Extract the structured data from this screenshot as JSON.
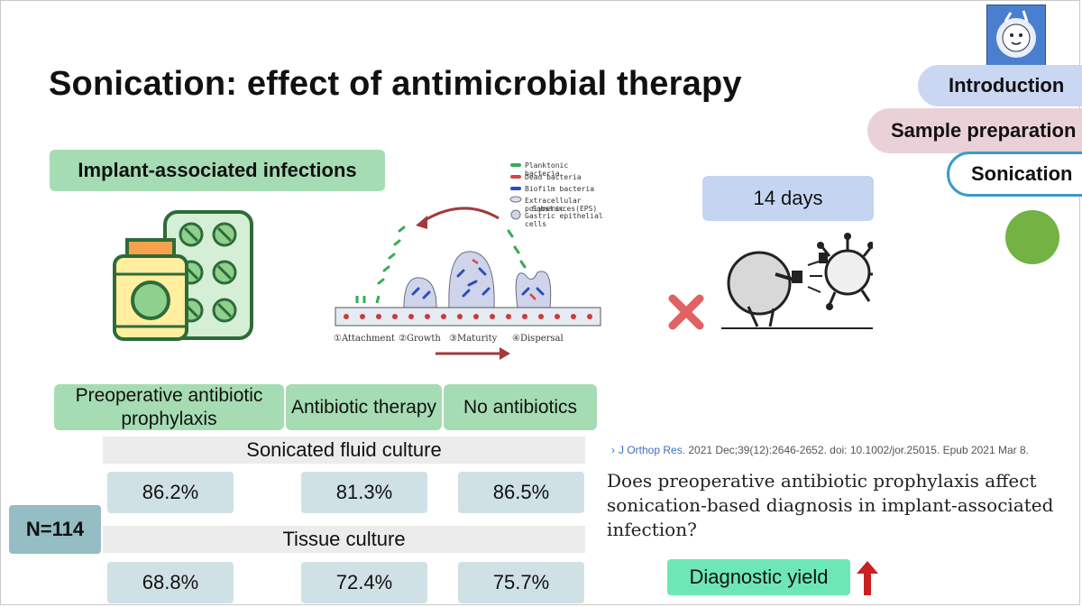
{
  "slide": {
    "title": "Sonication: effect of antimicrobial therapy",
    "nav": [
      "Introduction",
      "Sample preparation",
      "Sonication"
    ],
    "section_label": "Implant-associated infections",
    "days_label": "14 days",
    "biofilm_legend": [
      "Planktonic bacteria",
      "Dead bacteria",
      "Biofilm bacteria",
      "Extracellular polymeric",
      "Substances(EPS)",
      "Gastric epithelial cells"
    ],
    "biofilm_stages": [
      "①Attachment",
      "②Growth",
      "③Maturity",
      "④Dispersal"
    ],
    "table": {
      "headers": [
        "Preoperative antibiotic prophylaxis",
        "Antibiotic therapy",
        "No antibiotics"
      ],
      "rows": [
        {
          "label": "Sonicated fluid culture",
          "values": [
            "86.2%",
            "81.3%",
            "86.5%"
          ]
        },
        {
          "label": "Tissue culture",
          "values": [
            "68.8%",
            "72.4%",
            "75.7%"
          ]
        }
      ],
      "n_label": "N=114"
    },
    "citation": {
      "journal": "J Orthop Res.",
      "details": "2021 Dec;39(12):2646-2652. doi: 10.1002/jor.25015. Epub 2021 Mar 8."
    },
    "question": "Does preoperative antibiotic prophylaxis affect sonication-based diagnosis in implant-associated infection?",
    "yield_label": "Diagnostic yield",
    "colors": {
      "green_box": "#a6dcb3",
      "blue_box": "#c5d5f1",
      "cell": "#cfe1e5",
      "accent_red": "#d32f2f",
      "yield_box": "#6ee7b7"
    }
  }
}
